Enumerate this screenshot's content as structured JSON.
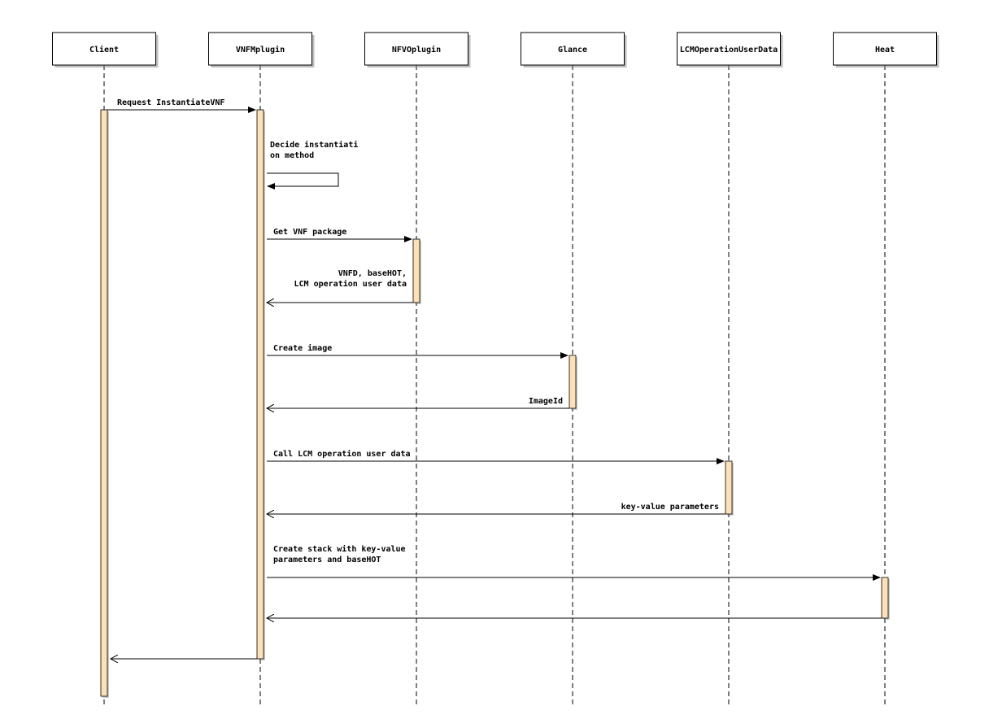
{
  "actors": [
    {
      "id": "client",
      "label": "Client"
    },
    {
      "id": "vnfm",
      "label": "VNFMplugin"
    },
    {
      "id": "nfvo",
      "label": "NFVOplugin"
    },
    {
      "id": "glance",
      "label": "Glance"
    },
    {
      "id": "lcm",
      "label": "LCMOperationUserData"
    },
    {
      "id": "heat",
      "label": "Heat"
    }
  ],
  "messages": [
    {
      "id": "request-instantiate",
      "from": "client",
      "to": "vnfm",
      "kind": "sync",
      "lines": [
        "Request InstantiateVNF"
      ]
    },
    {
      "id": "decide-method",
      "from": "vnfm",
      "to": "vnfm",
      "kind": "self",
      "lines": [
        "Decide instantiati",
        "on method"
      ]
    },
    {
      "id": "get-package",
      "from": "vnfm",
      "to": "nfvo",
      "kind": "sync",
      "lines": [
        "Get VNF package"
      ]
    },
    {
      "id": "package-reply",
      "from": "nfvo",
      "to": "vnfm",
      "kind": "reply",
      "lines": [
        "VNFD, baseHOT,",
        "LCM operation user data"
      ]
    },
    {
      "id": "create-image",
      "from": "vnfm",
      "to": "glance",
      "kind": "sync",
      "lines": [
        "Create image"
      ]
    },
    {
      "id": "image-reply",
      "from": "glance",
      "to": "vnfm",
      "kind": "reply",
      "lines": [
        "ImageId"
      ]
    },
    {
      "id": "call-lcm",
      "from": "vnfm",
      "to": "lcm",
      "kind": "sync",
      "lines": [
        "Call LCM operation user data"
      ]
    },
    {
      "id": "lcm-reply",
      "from": "lcm",
      "to": "vnfm",
      "kind": "reply",
      "lines": [
        "key-value parameters"
      ]
    },
    {
      "id": "create-stack",
      "from": "vnfm",
      "to": "heat",
      "kind": "sync",
      "lines": [
        "Create stack with key-value",
        "parameters and baseHOT"
      ]
    },
    {
      "id": "stack-reply",
      "from": "heat",
      "to": "vnfm",
      "kind": "reply",
      "lines": []
    },
    {
      "id": "final-reply",
      "from": "vnfm",
      "to": "client",
      "kind": "reply",
      "lines": []
    }
  ]
}
